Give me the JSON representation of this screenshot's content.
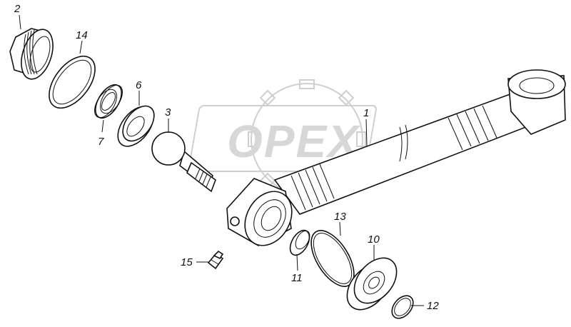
{
  "watermark": {
    "text": "OPEX"
  },
  "parts": [
    {
      "label": "1",
      "name": "tie-rod"
    },
    {
      "label": "2",
      "name": "threaded-plug"
    },
    {
      "label": "3",
      "name": "ball-stud"
    },
    {
      "label": "6",
      "name": "ball-seat"
    },
    {
      "label": "7",
      "name": "spring"
    },
    {
      "label": "10",
      "name": "cover"
    },
    {
      "label": "11",
      "name": "small-seat"
    },
    {
      "label": "12",
      "name": "retaining-ring"
    },
    {
      "label": "13",
      "name": "o-ring"
    },
    {
      "label": "14",
      "name": "sealing-ring"
    },
    {
      "label": "15",
      "name": "grease-nipple"
    }
  ]
}
